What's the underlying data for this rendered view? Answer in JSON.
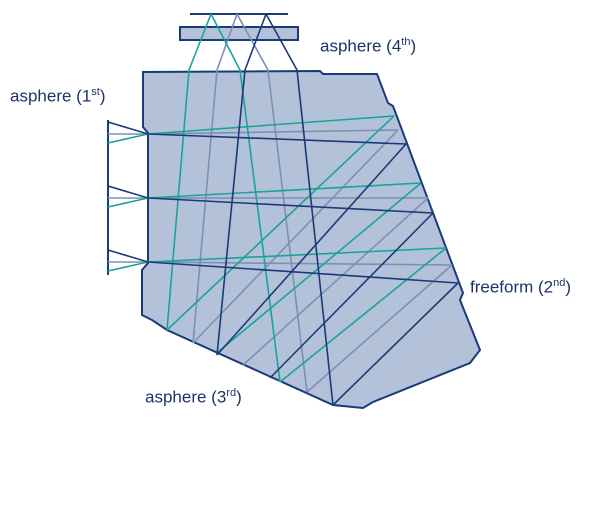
{
  "labels": {
    "asphere4": {
      "text": "asphere (4",
      "sup": "th",
      "close": ")"
    },
    "asphere1": {
      "text": "asphere (1",
      "sup": "st",
      "close": ")"
    },
    "freeform2": {
      "text": "freeform (2",
      "sup": "nd",
      "close": ")"
    },
    "asphere3": {
      "text": "asphere (3",
      "sup": "rd",
      "close": ")"
    }
  },
  "colors": {
    "body": "#b3c2d9",
    "outline": "#1b3a7a",
    "teal": "#1aa39a",
    "gray": "#7d8fb3",
    "dark": "#1b3a7a"
  }
}
